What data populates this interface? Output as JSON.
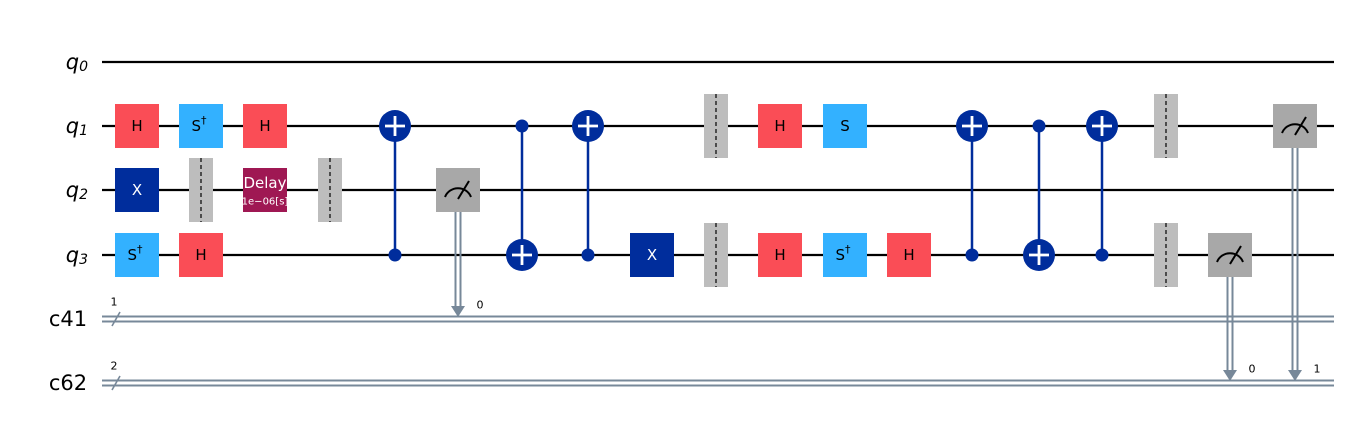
{
  "colors": {
    "wire": "#000000",
    "classical_wire": "#778899",
    "h_gate": "#FA4D56",
    "s_gate": "#33B1FF",
    "x_gate": "#002D9C",
    "cnot": "#002D9C",
    "barrier": "#BDBDBD",
    "measure": "#A8A8A8",
    "delay": "#9F1853"
  },
  "qubits": [
    {
      "base": "q",
      "index": "0"
    },
    {
      "base": "q",
      "index": "1"
    },
    {
      "base": "q",
      "index": "2"
    },
    {
      "base": "q",
      "index": "3"
    }
  ],
  "classical_registers": [
    {
      "name": "c41",
      "size": "1"
    },
    {
      "name": "c62",
      "size": "2"
    }
  ],
  "gates": [
    {
      "type": "h",
      "label": "H",
      "qubit": 1,
      "column": 1
    },
    {
      "type": "x",
      "label": "X",
      "qubit": 2,
      "column": 1
    },
    {
      "type": "sdg",
      "label": "S",
      "sup": "†",
      "qubit": 3,
      "column": 1
    },
    {
      "type": "sdg",
      "label": "S",
      "sup": "†",
      "qubit": 1,
      "column": 2
    },
    {
      "type": "h",
      "label": "H",
      "qubit": 3,
      "column": 2
    },
    {
      "type": "h",
      "label": "H",
      "qubit": 1,
      "column": 3
    },
    {
      "type": "delay",
      "label": "Delay",
      "sublabel": "1e−06[s]",
      "qubit": 2,
      "column": 3
    },
    {
      "type": "x",
      "label": "X",
      "qubit": 3,
      "column": 9
    },
    {
      "type": "h",
      "label": "H",
      "qubit": 1,
      "column": 11
    },
    {
      "type": "h",
      "label": "H",
      "qubit": 3,
      "column": 11
    },
    {
      "type": "s",
      "label": "S",
      "qubit": 1,
      "column": 12
    },
    {
      "type": "sdg",
      "label": "S",
      "sup": "†",
      "qubit": 3,
      "column": 12
    },
    {
      "type": "h",
      "label": "H",
      "qubit": 3,
      "column": 13
    }
  ],
  "cnots": [
    {
      "control": 3,
      "target": 1,
      "column": 5
    },
    {
      "control": 1,
      "target": 3,
      "column": 7
    },
    {
      "control": 3,
      "target": 1,
      "column": 8
    },
    {
      "control": 3,
      "target": 1,
      "column": 14
    },
    {
      "control": 1,
      "target": 3,
      "column": 15
    },
    {
      "control": 3,
      "target": 1,
      "column": 16
    }
  ],
  "barriers": [
    {
      "qubits": [
        2
      ],
      "column": 2
    },
    {
      "qubits": [
        2
      ],
      "column": 4
    },
    {
      "qubits": [
        1,
        3
      ],
      "column": 10
    },
    {
      "qubits": [
        1,
        3
      ],
      "column": 17
    }
  ],
  "measurements": [
    {
      "qubit": 2,
      "register": 0,
      "bit": "0",
      "column": 6
    },
    {
      "qubit": 3,
      "register": 1,
      "bit": "0",
      "column": 18
    },
    {
      "qubit": 1,
      "register": 1,
      "bit": "1",
      "column": 19
    }
  ]
}
